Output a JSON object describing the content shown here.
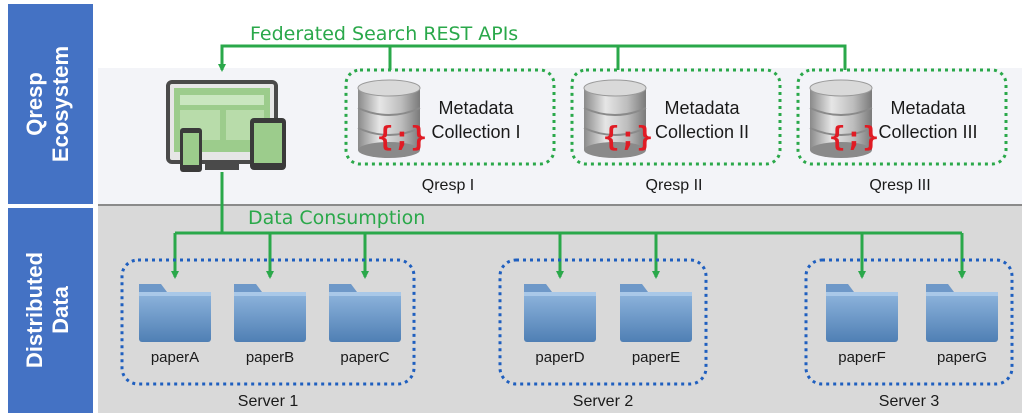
{
  "bands": {
    "top": {
      "line1": "Qresp",
      "line2": "Ecosystem"
    },
    "bottom": {
      "line1": "Distributed",
      "line2": "Data"
    }
  },
  "flows": {
    "api": "Federated Search REST APIs",
    "consumption": "Data Consumption"
  },
  "collections": [
    {
      "line1": "Metadata",
      "line2": "Collection I",
      "name": "Qresp I"
    },
    {
      "line1": "Metadata",
      "line2": "Collection II",
      "name": "Qresp II"
    },
    {
      "line1": "Metadata",
      "line2": "Collection III",
      "name": "Qresp III"
    }
  ],
  "servers": [
    {
      "name": "Server 1",
      "papers": [
        "paperA",
        "paperB",
        "paperC"
      ]
    },
    {
      "name": "Server 2",
      "papers": [
        "paperD",
        "paperE"
      ]
    },
    {
      "name": "Server 3",
      "papers": [
        "paperF",
        "paperG"
      ]
    }
  ],
  "icon_glyph": "{;}",
  "colors": {
    "band": "#4472c4",
    "arrow": "#2aa84a",
    "collection_border": "#2aa84a",
    "server_border": "#1f5fbf",
    "bottom_bg": "#d9d9d9",
    "top_bg": "#f3f4f8",
    "icon_glyph": "#e01b24"
  },
  "icons": [
    "responsive-devices-icon",
    "database-icon",
    "folder-icon"
  ]
}
